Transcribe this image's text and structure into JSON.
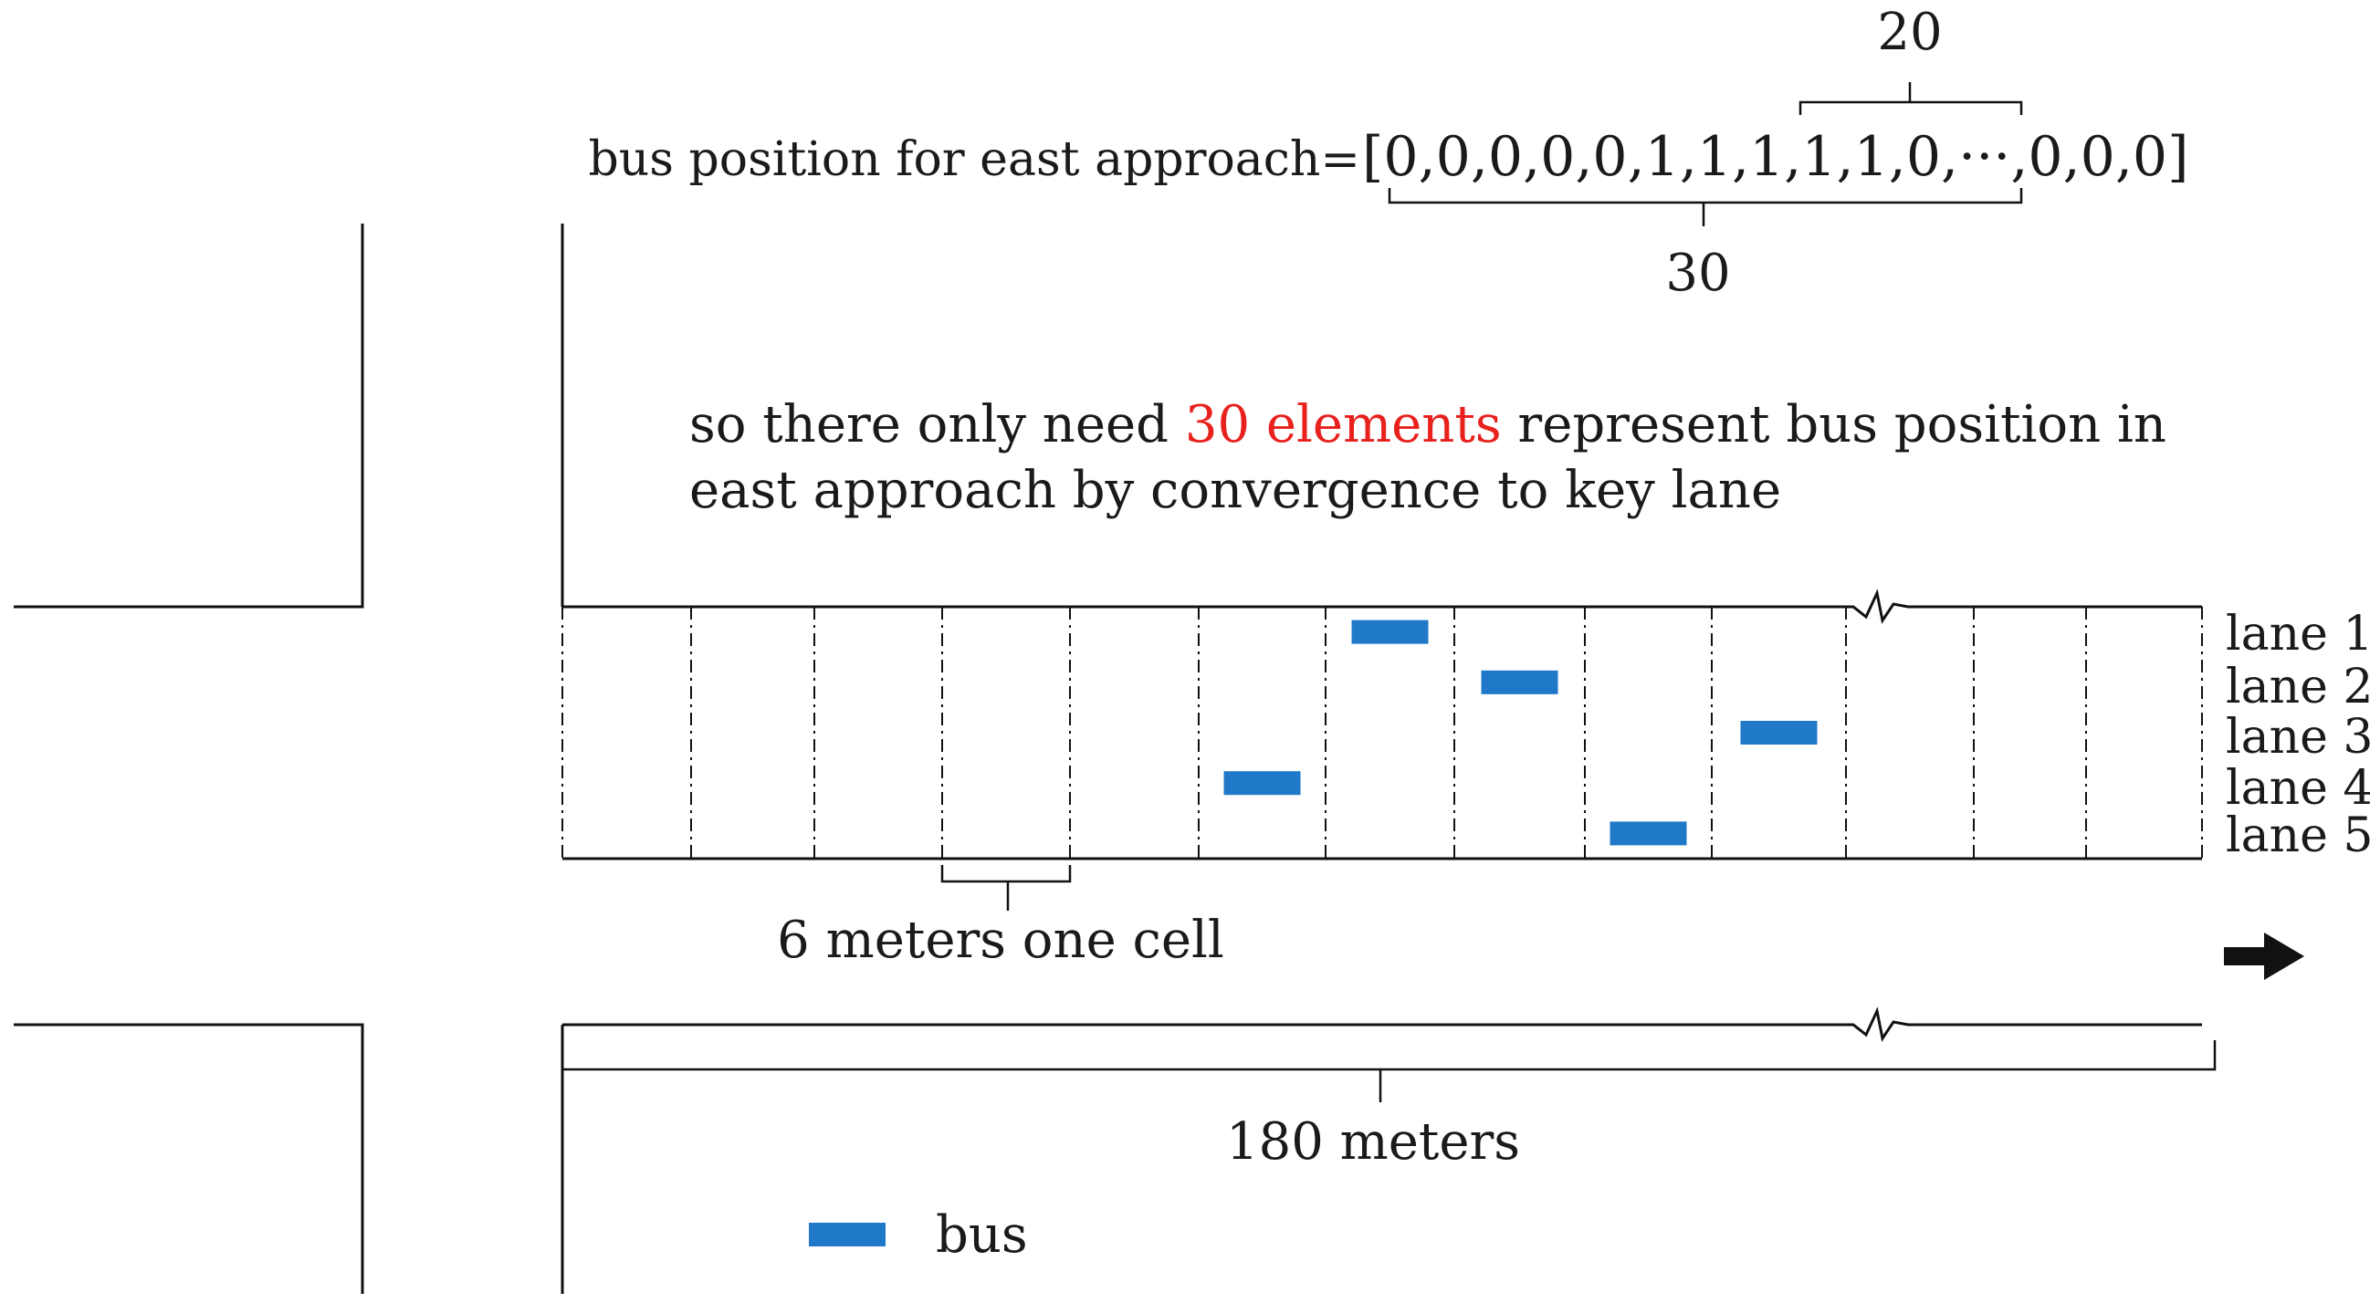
{
  "equation": {
    "label": "bus position for east approach=",
    "vector": "[0,0,0,0,0,1,1,1,1,1,0,···,0,0,0]",
    "brace_top_label": "20",
    "brace_bottom_label": "30"
  },
  "note": {
    "line1_prefix": "so there only need ",
    "line1_highlight": "30 elements",
    "line1_suffix": " represent bus position in",
    "line2": "east approach by convergence to key lane",
    "highlight_color": "#e8211d"
  },
  "lanes": [
    "lane 1",
    "lane 2",
    "lane 3",
    "lane 4",
    "lane 5"
  ],
  "cell_label": "6 meters one cell",
  "length_label": "180 meters",
  "legend": {
    "label": "bus",
    "color": "#1f78c8"
  },
  "direction": "east",
  "buses": [
    {
      "cell": 6,
      "lane": 4
    },
    {
      "cell": 7,
      "lane": 1
    },
    {
      "cell": 8,
      "lane": 2
    },
    {
      "cell": 9,
      "lane": 5
    },
    {
      "cell": 10,
      "lane": 3
    }
  ]
}
